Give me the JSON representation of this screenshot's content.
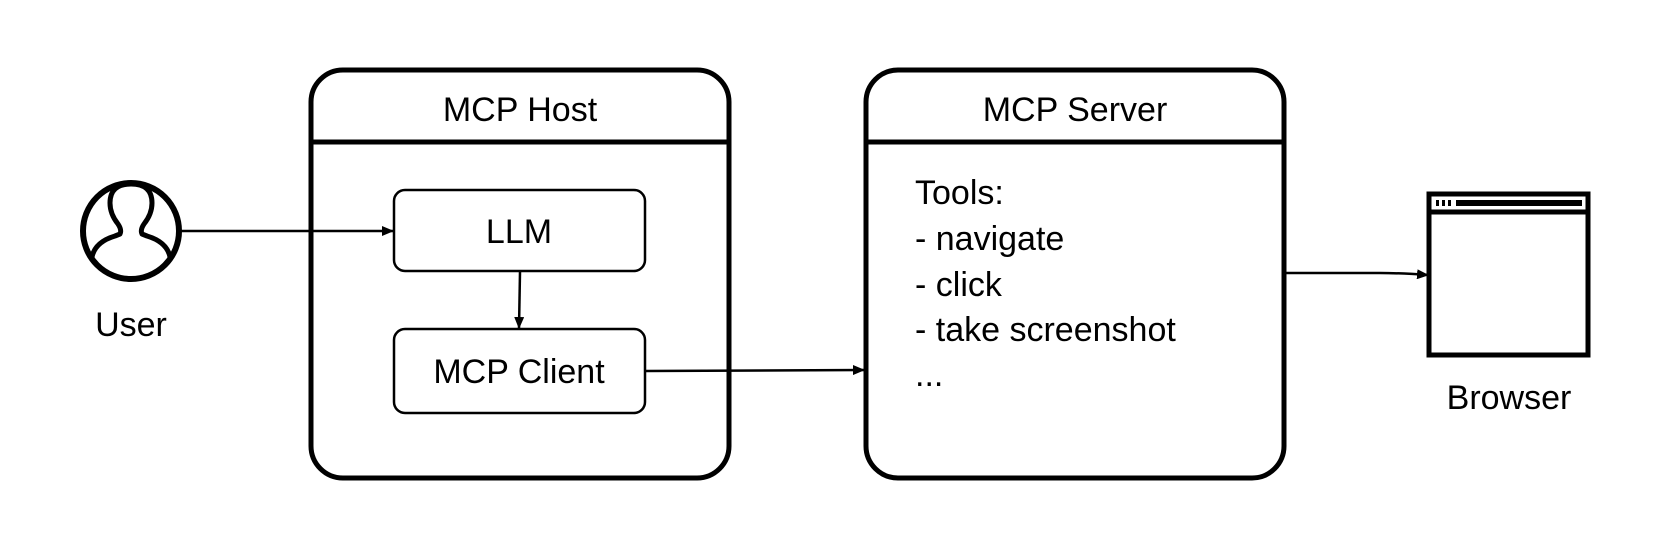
{
  "user": {
    "label": "User"
  },
  "host": {
    "title": "MCP Host",
    "llm_label": "LLM",
    "client_label": "MCP Client"
  },
  "server": {
    "title": "MCP Server",
    "tools_heading": "Tools:",
    "tools": [
      "- navigate",
      "- click",
      "- take screenshot",
      "..."
    ]
  },
  "browser": {
    "label": "Browser"
  },
  "colors": {
    "stroke": "#000000",
    "fill": "#ffffff"
  }
}
